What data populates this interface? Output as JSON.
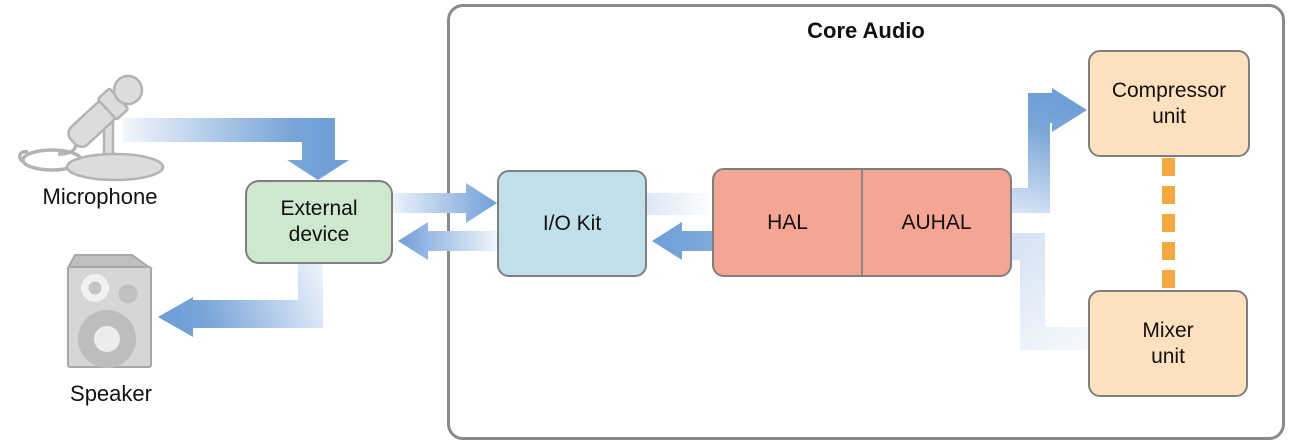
{
  "diagram": {
    "title": "Core Audio",
    "nodes": {
      "microphone": {
        "label": "Microphone",
        "icon": "microphone-icon"
      },
      "speaker": {
        "label": "Speaker",
        "icon": "loudspeaker-icon"
      },
      "external_device": {
        "label": "External\ndevice",
        "fill": "#cde8cc"
      },
      "io_kit": {
        "label": "I/O Kit",
        "fill": "#bfe0e9"
      },
      "hal": {
        "label": "HAL",
        "fill": "#f5a593"
      },
      "auhal": {
        "label": "AUHAL",
        "fill": "#f5a593"
      },
      "compressor_unit": {
        "label": "Compressor\nunit",
        "fill": "#fde0bd"
      },
      "mixer_unit": {
        "label": "Mixer\nunit",
        "fill": "#fde0bd"
      }
    },
    "connections": [
      {
        "from": "Microphone",
        "to": "External device",
        "style": "blue-gradient-arrow"
      },
      {
        "from": "External device",
        "to": "I/O Kit",
        "style": "blue-gradient-arrow"
      },
      {
        "from": "I/O Kit",
        "to": "External device",
        "style": "blue-gradient-arrow"
      },
      {
        "from": "External device",
        "to": "Speaker",
        "style": "blue-gradient-arrow"
      },
      {
        "from": "I/O Kit",
        "to": "HAL",
        "style": "fading-band"
      },
      {
        "from": "HAL",
        "to": "I/O Kit",
        "style": "blue-gradient-arrow"
      },
      {
        "from": "AUHAL",
        "to": "Compressor unit",
        "style": "blue-gradient-arrow"
      },
      {
        "from": "Mixer unit",
        "to": "AUHAL",
        "style": "fading-band"
      },
      {
        "from": "Compressor unit",
        "to": "Mixer unit",
        "style": "orange-dashed-line"
      }
    ],
    "colors": {
      "arrow_blue": "#6f9ed8",
      "arrow_light": "#eef4fb",
      "dashed_orange": "#f6a83e",
      "container_border": "#8a8a8a",
      "box_border": "#7f7f7f",
      "icon_gray_fill": "#d9d9d9",
      "icon_gray_stroke": "#b3b3b3"
    }
  }
}
